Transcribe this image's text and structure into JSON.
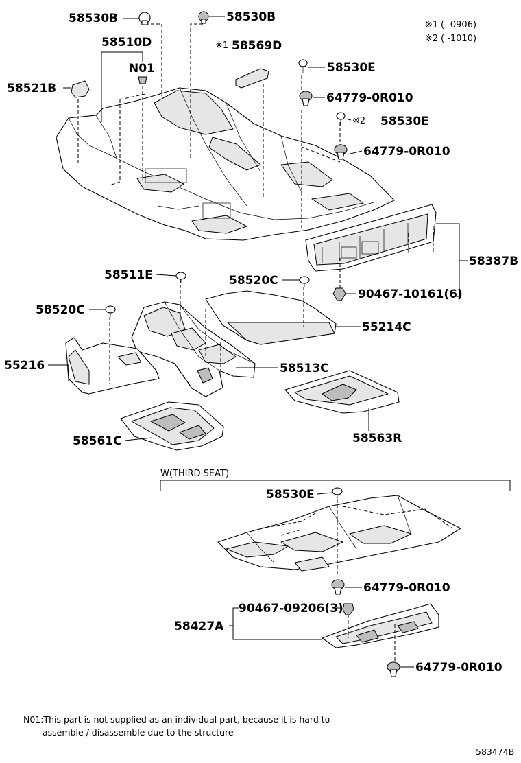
{
  "legend": {
    "note1_mark": "※1",
    "note1_text": "(      -0906)",
    "note2_mark": "※2",
    "note2_text": "(      -1010)"
  },
  "labels": {
    "p58530B_left": "58530B",
    "p58530B_right": "58530B",
    "p58510D": "58510D",
    "pN01": "N01",
    "p58521B": "58521B",
    "p58569D_mark": "※1",
    "p58569D": "58569D",
    "p58530E_top": "58530E",
    "p64779_a": "64779-0R010",
    "p58530E_mid_mark": "※2",
    "p58530E_mid": "58530E",
    "p64779_b": "64779-0R010",
    "p58387B": "58387B",
    "p90467_10161": "90467-10161(6)",
    "p58511E": "58511E",
    "p58520C_right": "58520C",
    "p58520C_left": "58520C",
    "p55214C": "55214C",
    "p55216": "55216",
    "p58513C": "58513C",
    "p58561C": "58561C",
    "p58563R": "58563R",
    "third_seat": "W(THIRD SEAT)",
    "p58530E_bottom": "58530E",
    "p64779_c": "64779-0R010",
    "p90467_09206": "90467-09206(3)",
    "p58427A": "58427A",
    "p64779_d": "64779-0R010"
  },
  "footnote": {
    "line1": "N01:This part is not supplied as an individual part, because it is hard to",
    "line2": "assemble / disassemble due to the structure"
  },
  "diagram_id": "583474B"
}
